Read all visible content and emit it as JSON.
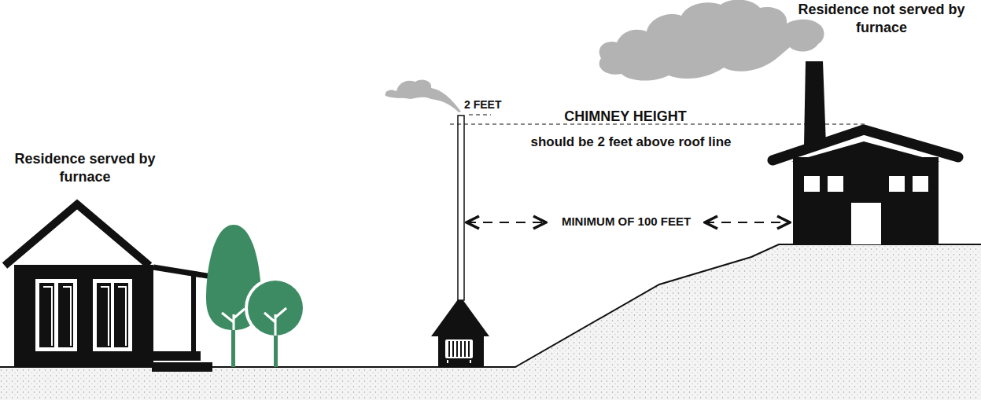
{
  "diagram": {
    "labels": [
      "Residence served by furnace",
      "Residence not served by furnace",
      "2 FEET",
      "CHIMNEY HEIGHT",
      "should be 2 feet above roof line",
      "MINIMUM OF 100 FEET"
    ]
  }
}
